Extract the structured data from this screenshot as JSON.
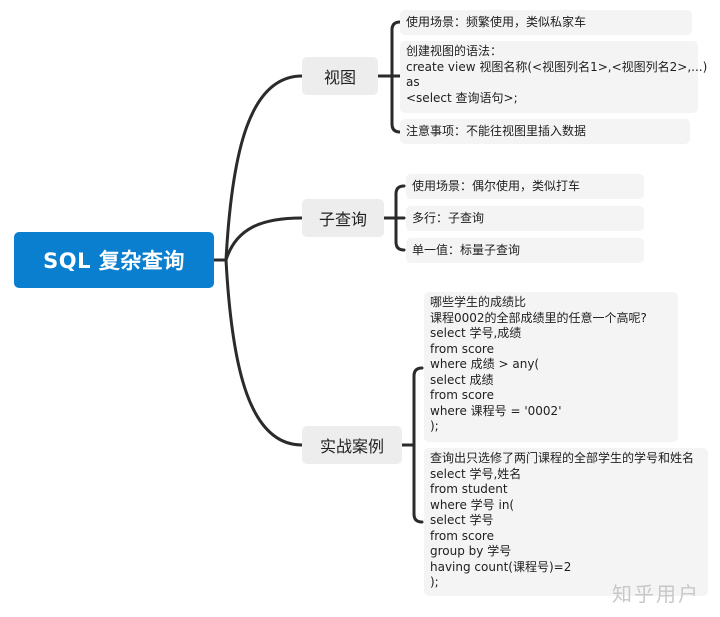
{
  "root": {
    "label": "SQL 复杂查询",
    "color": "#0a7fcf"
  },
  "topics": [
    {
      "label": "视图",
      "children": [
        "使用场景：频繁使用，类似私家车",
        "创建视图的语法：\ncreate view 视图名称(<视图列名1>,<视图列名2>,...)\nas\n<select 查询语句>;",
        "注意事项：不能往视图里插入数据"
      ]
    },
    {
      "label": "子查询",
      "children": [
        "使用场景：偶尔使用，类似打车",
        "多行：子查询",
        "单一值：标量子查询"
      ]
    },
    {
      "label": "实战案例",
      "children": [
        "哪些学生的成绩比\n课程0002的全部成绩里的任意一个高呢?\nselect 学号,成绩\nfrom score\nwhere 成绩 > any(\nselect 成绩\nfrom score\nwhere 课程号 = '0002'\n);",
        "查询出只选修了两门课程的全部学生的学号和姓名\nselect 学号,姓名\nfrom student\nwhere 学号 in(\nselect 学号\nfrom score\ngroup by 学号\nhaving count(课程号)=2\n);"
      ]
    }
  ],
  "watermark": "知乎用户"
}
